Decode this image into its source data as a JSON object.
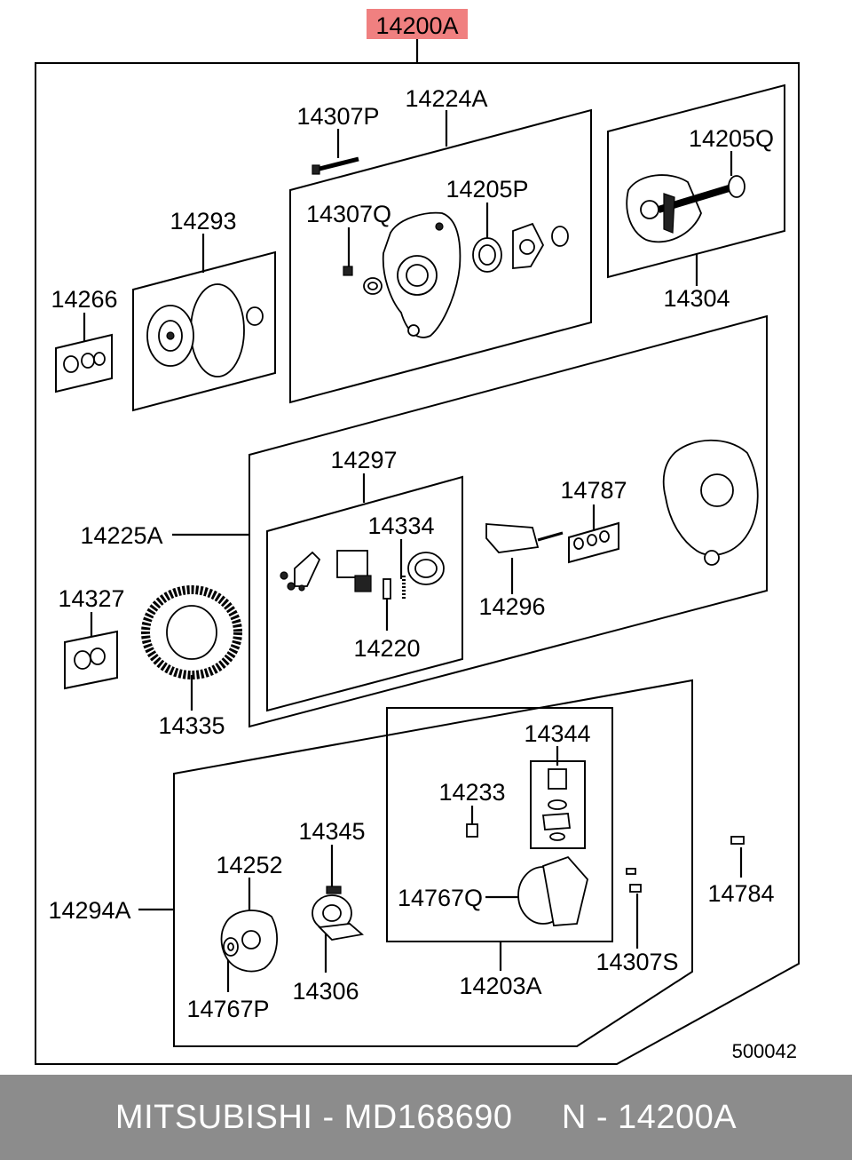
{
  "diagram": {
    "assembly_label": "14200A",
    "highlight_color": "#f08080",
    "drawing_number": "500042",
    "part_labels": {
      "p14307P": "14307P",
      "p14224A": "14224A",
      "p14205Q": "14205Q",
      "p14205P": "14205P",
      "p14307Q": "14307Q",
      "p14293": "14293",
      "p14266": "14266",
      "p14304": "14304",
      "p14297": "14297",
      "p14787": "14787",
      "p14334": "14334",
      "p14225A": "14225A",
      "p14296": "14296",
      "p14327": "14327",
      "p14220": "14220",
      "p14335": "14335",
      "p14344": "14344",
      "p14233": "14233",
      "p14345": "14345",
      "p14252": "14252",
      "p14784": "14784",
      "p14767Q": "14767Q",
      "p14294A": "14294A",
      "p14307S": "14307S",
      "p14306": "14306",
      "p14203A": "14203A",
      "p14767P": "14767P"
    }
  },
  "footer": {
    "text": "MITSUBISHI - MD168690     N - 14200A",
    "background": "#8c8c8c"
  }
}
